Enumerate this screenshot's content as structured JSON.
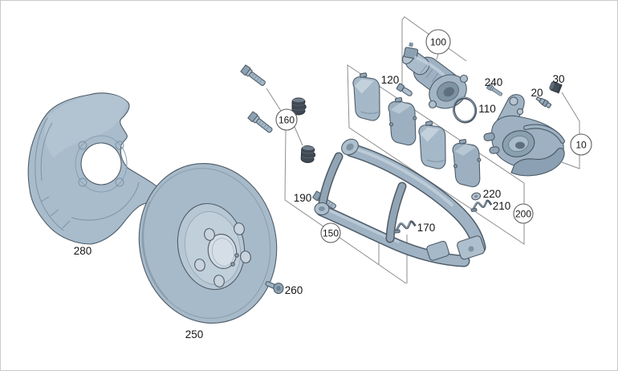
{
  "window": {
    "background": "#ffffff",
    "border_color": "#c9c9c9"
  },
  "palette": {
    "part_fill": "#a2b6c6",
    "part_light": "#c4d2dd",
    "part_shadow": "#7e93a4",
    "part_outline": "#4f5c68",
    "dark_rubber": "#3f4954",
    "leader_line": "#8e8e8e",
    "callout_circle_stroke": "#5f5f5f",
    "label_text": "#161616"
  },
  "callouts": {
    "c010": {
      "label": "10",
      "style": "circled"
    },
    "c020": {
      "label": "20",
      "style": "plain"
    },
    "c030": {
      "label": "30",
      "style": "plain"
    },
    "c100": {
      "label": "100",
      "style": "circled"
    },
    "c110": {
      "label": "110",
      "style": "plain"
    },
    "c120": {
      "label": "120",
      "style": "plain"
    },
    "c150": {
      "label": "150",
      "style": "circled"
    },
    "c160": {
      "label": "160",
      "style": "circled"
    },
    "c170": {
      "label": "170",
      "style": "plain"
    },
    "c190": {
      "label": "190",
      "style": "plain"
    },
    "c200": {
      "label": "200",
      "style": "circled"
    },
    "c210": {
      "label": "210",
      "style": "plain"
    },
    "c220": {
      "label": "220",
      "style": "plain"
    },
    "c240": {
      "label": "240",
      "style": "plain"
    },
    "c250": {
      "label": "250",
      "style": "plain"
    },
    "c260": {
      "label": "260",
      "style": "plain"
    },
    "c280": {
      "label": "280",
      "style": "plain"
    }
  }
}
